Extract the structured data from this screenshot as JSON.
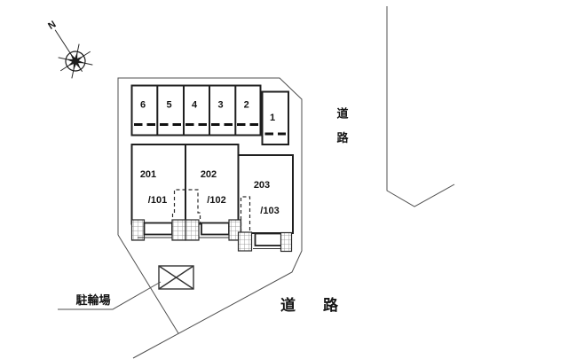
{
  "compass": {
    "label": "N"
  },
  "parking": {
    "stalls": [
      "6",
      "5",
      "4",
      "3",
      "2",
      "1"
    ]
  },
  "units": [
    {
      "upper": "201",
      "lower": "/101"
    },
    {
      "upper": "202",
      "lower": "/102"
    },
    {
      "upper": "203",
      "lower": "/103"
    }
  ],
  "roads": {
    "right_vertical": {
      "text": "道路",
      "chars": [
        "道",
        "路"
      ]
    },
    "bottom": {
      "text": "道路",
      "chars": [
        "道",
        "路"
      ]
    }
  },
  "bicycle_parking": {
    "label": "駐輪場"
  },
  "icons": {
    "compass": "compass-rose-8-point-star",
    "bicycle_shed": "crossed-rectangle"
  },
  "colors": {
    "background": "#ffffff",
    "boundary_line": "#4f4f4f",
    "structure_line": "#1f1f1f",
    "text": "#151515"
  }
}
